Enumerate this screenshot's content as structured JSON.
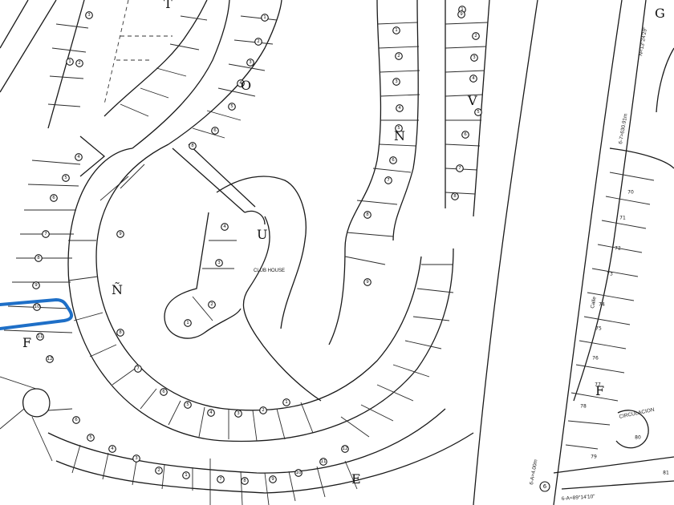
{
  "map": {
    "blocks": [
      {
        "id": "block-t",
        "label": "T"
      },
      {
        "id": "block-o",
        "label": "O"
      },
      {
        "id": "block-v",
        "label": "V"
      },
      {
        "id": "block-n",
        "label": "N"
      },
      {
        "id": "block-u",
        "label": "U"
      },
      {
        "id": "block-enie",
        "label": "Ñ"
      },
      {
        "id": "block-f",
        "label": "F"
      },
      {
        "id": "block-e",
        "label": "E"
      },
      {
        "id": "block-g",
        "label": "G"
      },
      {
        "id": "block-f2",
        "label": "F"
      }
    ],
    "club_house_label": "CLUB HOUSE",
    "circulacion_label": "CIRCULACION",
    "bearing_label": "N=13°24'29\"",
    "distance_label": "6-7=630.91m",
    "bottom_label": "6-A=89°14'10\"",
    "left_bottom_label": "6-A=4.00m",
    "corner_marker": "6",
    "street_label": "Calle",
    "highlight_color": "#1e6fc7",
    "lots": {
      "o_row": [
        "8",
        "6",
        "5",
        "4",
        "3",
        "2",
        "1"
      ],
      "v_row": [
        "1",
        "2",
        "3",
        "4",
        "5",
        "6",
        "7",
        "8",
        "9"
      ],
      "n_row": [
        "1",
        "2",
        "3",
        "4",
        "5",
        "6",
        "7",
        "8",
        "9"
      ],
      "u_lots": [
        "4",
        "3",
        "2",
        "1"
      ],
      "enie_ring": [
        "9",
        "8",
        "7",
        "6",
        "5",
        "4",
        "3",
        "2",
        "1"
      ],
      "f_row": [
        "1",
        "2",
        "3",
        "4",
        "5",
        "6",
        "7",
        "8",
        "9",
        "10",
        "11",
        "12"
      ],
      "e_ring": [
        "1",
        "2",
        "3",
        "4",
        "5",
        "6",
        "7",
        "8",
        "9",
        "10",
        "11",
        "12"
      ],
      "right_lots": [
        "70",
        "71",
        "72",
        "73",
        "74",
        "75",
        "76",
        "77",
        "78",
        "79",
        "80",
        "81"
      ]
    }
  }
}
